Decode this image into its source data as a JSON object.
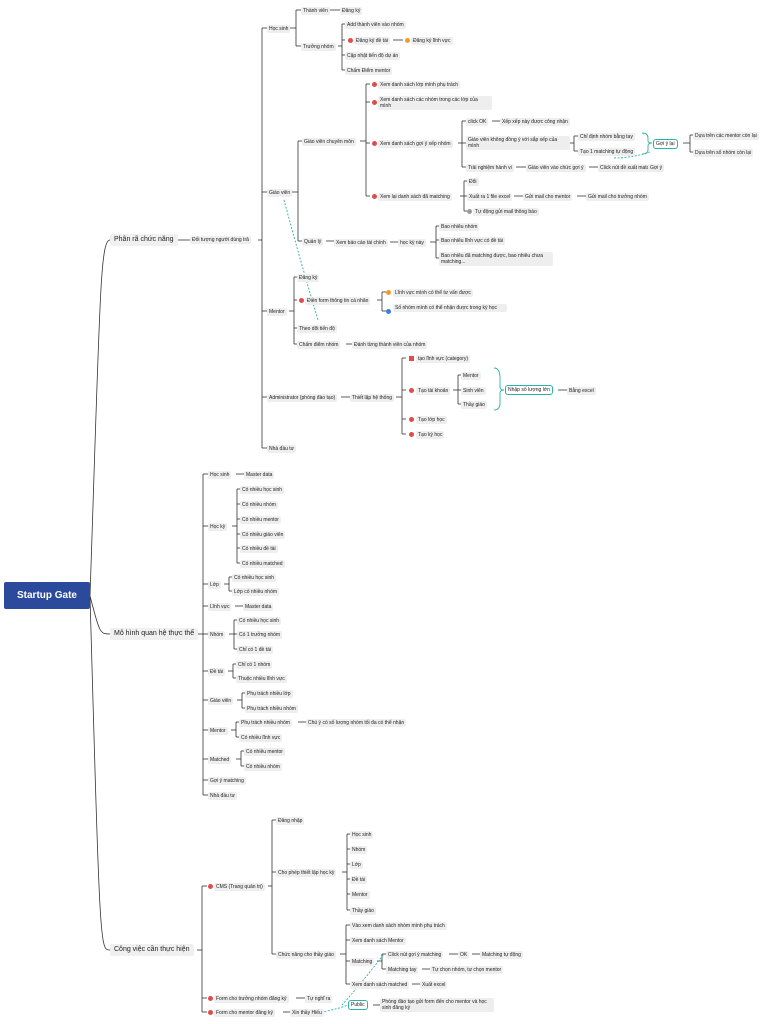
{
  "root": "Startup Gate",
  "nodes": {
    "b1": "Phân rã chức năng",
    "b1_obj": "Đối tượng người dùng trả",
    "hs": "Học sinh",
    "hs_tv": "Thành viên",
    "hs_tv_dk": "Đăng ký",
    "hs_tn": "Trưởng nhóm",
    "hs_tn_add": "Add thành viên vào nhóm",
    "hs_tn_dkdt": "Đăng ký đề tài",
    "hs_tn_dklv": "Đăng ký lĩnh vực",
    "hs_tn_cn": "Cập nhật tiến độ dự án",
    "hs_tn_cd": "Chấm Điểm mentor",
    "gv": "Giáo viên",
    "gv_cm": "Giáo viên chuyên môn",
    "gv_cm1": "Xem danh sách lớp mình phụ trách",
    "gv_cm2": "Xem danh sách các nhóm trong các lớp của mình",
    "gv_cm3": "Xem danh sách gợi ý xếp nhóm",
    "gv_ok": "click OK",
    "gv_ok2": "Xếp xếp này được công nhận",
    "gv_kdy": "Giáo viên không đồng ý với sắp xếp của mình",
    "gv_cdn": "Chỉ định nhóm bằng tay",
    "gv_tao": "Tạo 1 matching tự động",
    "gv_goiy": "Gợi ý lại",
    "gv_mentor_con": "Dựa trên các mentor còn lại",
    "gv_nhom_con": "Dựa trên số nhóm còn lại",
    "gv_tn": "Trải nghiệm hành vi",
    "gv_vao": "Giáo viên vào chức gợi ý",
    "gv_click": "Click nút đề xuất matching",
    "gv_goiy2": "Gợi ý",
    "gv_xem": "Xem lại danh sách đã matching",
    "gv_doi": "Đổi",
    "gv_xuat": "Xuất ra 1 file excel",
    "gv_mail1": "Gửi mail cho mentor",
    "gv_mail2": "Gửi mail cho trưởng nhóm",
    "gv_auto": "Tự động gửi mail thông báo",
    "gv_ql": "Quản lý",
    "gv_bc": "Xem báo cáo tài chính",
    "gv_hk": "học kỳ này",
    "gv_bc1": "Bao nhiêu nhóm",
    "gv_bc2": "Bao nhiêu lĩnh vực có đề tài",
    "gv_bc3": "Bao nhiêu đã matching được, bao nhiêu chưa matching...",
    "mt": "Mentor",
    "mt_dk": "Đăng ký",
    "mt_form": "Điền form thông tin cá nhân",
    "mt_lv": "Lĩnh vực mình có thể tư vấn được",
    "mt_sn": "Số nhóm mình có thể nhận được trong kỳ học",
    "mt_td": "Theo dõi tiến độ",
    "mt_cd": "Chấm điểm nhóm",
    "mt_cd2": "Đánh từng thành viên của nhóm",
    "ad": "Administrator (phòng đào tạo)",
    "ad_ht": "Thiết lập hệ thống",
    "ad_lv": "tạo lĩnh vực (category)",
    "ad_tk": "Tạo tài khoản",
    "ad_mentor": "Mentor",
    "ad_sv": "Sinh viên",
    "ad_tg": "Thầy giáo",
    "ad_nhap": "Nhập số lượng lớn",
    "ad_excel": "Bằng excel",
    "ad_lop": "Tạo lớp học",
    "ad_ky": "Tạo kỳ học",
    "ndt": "Nhà đầu tư",
    "b2": "Mô hình quan hệ thực thể",
    "e_hs": "Học sinh",
    "e_hs_md": "Master data",
    "e_hk": "Học kỳ",
    "e_hk1": "Có nhiều học sinh",
    "e_hk2": "Có nhiều nhóm",
    "e_hk3": "Có nhiều mentor",
    "e_hk4": "Có nhiều giáo viên",
    "e_hk5": "Có nhiều đề tài",
    "e_hk6": "Có nhiều matched",
    "e_lop": "Lớp",
    "e_lop1": "Có nhiều học sinh",
    "e_lop2": "Lớp có nhiều nhóm",
    "e_lv": "Lĩnh vực",
    "e_lv_md": "Master data",
    "e_nhom": "Nhóm",
    "e_nhom1": "Có nhiều học sinh",
    "e_nhom2": "Có 1 trưởng nhóm",
    "e_nhom3": "Chỉ có 1 đề tài",
    "e_dt": "Đề tài",
    "e_dt1": "Chỉ có 1 nhóm",
    "e_dt2": "Thuộc nhiều lĩnh vực",
    "e_gv": "Giáo viên",
    "e_gv1": "Phụ trách nhiều lớp",
    "e_gv2": "Phụ trách nhiều nhóm",
    "e_mt": "Mentor",
    "e_mt1": "Phụ trách nhiều nhóm",
    "e_mt1b": "Chú ý có số lượng nhóm tối đa có thể nhận",
    "e_mt2": "Có nhiều lĩnh vực",
    "e_md": "Matched",
    "e_md1": "Có nhiều mentor",
    "e_md2": "Có nhiều nhóm",
    "e_gy": "Gợi ý matching",
    "e_ndt": "Nhà đầu tư",
    "b3": "Công việc cần thực hiện",
    "cms": "CMS (Trang quản trị)",
    "cms_dn": "Đăng nhập",
    "cms_tl": "Cho phép thiết lập học kỳ",
    "cms_tl1": "Học sinh",
    "cms_tl2": "Nhóm",
    "cms_tl3": "Lớp",
    "cms_tl4": "Đề tài",
    "cms_tl5": "Mentor",
    "cms_tl6": "Thầy giáo",
    "cms_cn": "Chức năng cho thầy giáo",
    "cms_cn1": "Vào xem danh sách nhóm mình phụ trách",
    "cms_cn2": "Xem danh sách Mentor",
    "cms_match": "Matching",
    "cms_click": "Click nút gợi ý matching",
    "cms_ok": "OK",
    "cms_auto": "Matching tự động",
    "cms_tay": "Matching tay",
    "cms_tay2": "Tự chọn nhóm, tự chọn mentor",
    "cms_xem": "Xem danh sách matched",
    "cms_xuat": "Xuất excel",
    "form1": "Form cho trưởng nhóm đăng ký",
    "form1b": "Tự nghĩ ra",
    "form2": "Form cho mentor đăng ký",
    "form2b": "Xin thầy Hiếu",
    "public": "Public",
    "public_note": "Phòng đào tạo gửi form đến cho mentor và học sinh đăng ký"
  }
}
